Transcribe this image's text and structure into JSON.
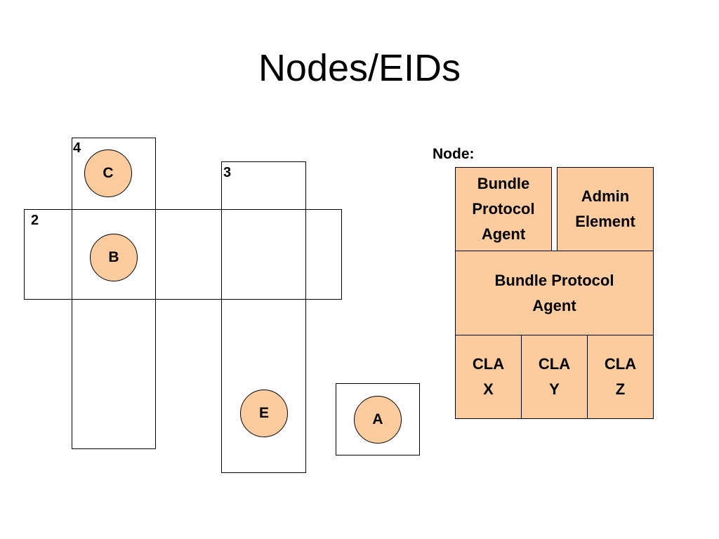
{
  "slide": {
    "title": "Nodes/EIDs"
  },
  "regions": [
    {
      "id": "region-2",
      "label": "2"
    },
    {
      "id": "region-3",
      "label": "3"
    },
    {
      "id": "region-4",
      "label": "4"
    }
  ],
  "nodes": [
    {
      "id": "C",
      "label": "C"
    },
    {
      "id": "B",
      "label": "B"
    },
    {
      "id": "E",
      "label": "E"
    },
    {
      "id": "A",
      "label": "A"
    }
  ],
  "node_structure": {
    "label": "Node:",
    "top_left": "Bundle\nProtocol\nAgent",
    "top_right": "Admin\nElement",
    "middle": "Bundle Protocol\nAgent",
    "clas": [
      "CLA\nX",
      "CLA\nY",
      "CLA\nZ"
    ]
  },
  "colors": {
    "node_fill": "#FCCC9E",
    "line": "#000000",
    "background": "#FFFFFF"
  }
}
